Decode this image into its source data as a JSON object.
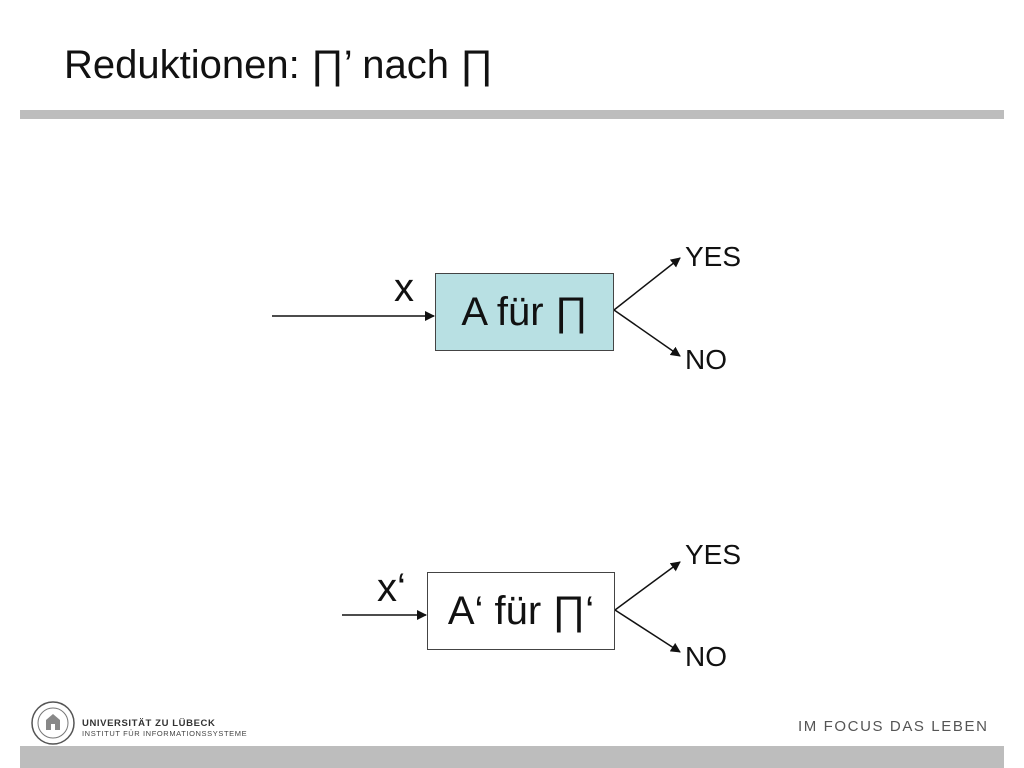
{
  "slide": {
    "title": "Reduktionen: ∏’ nach ∏"
  },
  "diagram": {
    "top": {
      "input": "x",
      "box": "A für ∏",
      "yes": "YES",
      "no": "NO"
    },
    "bottom": {
      "input": "x‘",
      "box": "A‘ für ∏‘",
      "yes": "YES",
      "no": "NO"
    }
  },
  "footer": {
    "university": "UNIVERSITÄT ZU LÜBECK",
    "institute": "INSTITUT FÜR INFORMATIONSSYSTEME",
    "motto": "IM FOCUS DAS LEBEN"
  },
  "colors": {
    "box_fill": "#b8e0e3",
    "rule": "#bdbdbd"
  }
}
